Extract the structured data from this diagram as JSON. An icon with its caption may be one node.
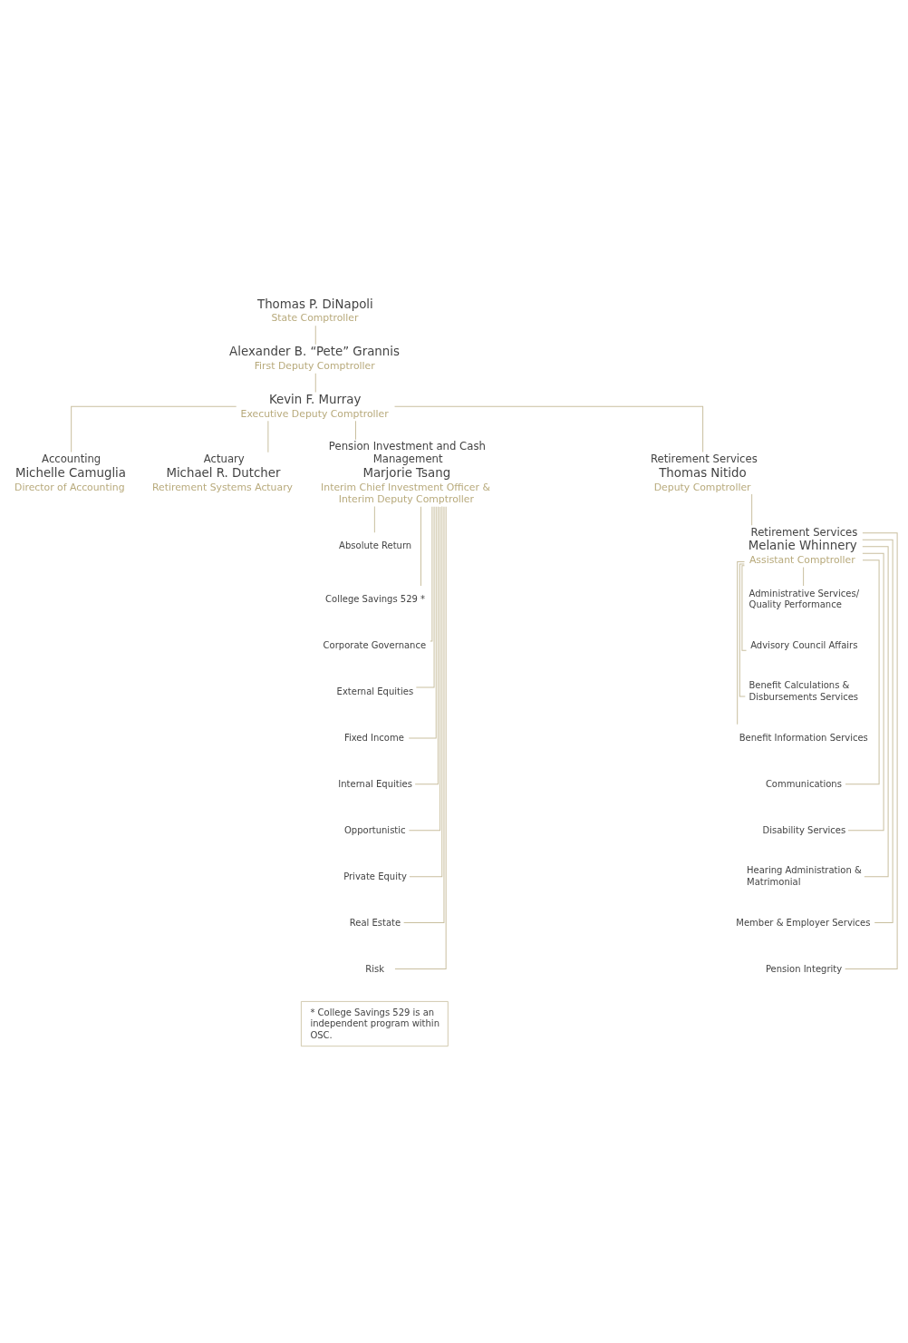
{
  "diagram": {
    "nodes": [
      {
        "text": [
          "Thomas P. DiNapoli",
          "State Comptroller"
        ]
      },
      {
        "text": [
          "Alexander B. “Pete” Grannis",
          "First Deputy Comptroller"
        ]
      },
      {
        "text": [
          "Kevin F. Murray",
          "Executive Deputy Comptroller"
        ]
      },
      {
        "text": [
          "Accounting",
          "Michelle Camuglia",
          "Director of Accounting"
        ]
      },
      {
        "text": [
          "Actuary",
          "Michael R. Dutcher",
          "Retirement Systems Actuary"
        ]
      },
      {
        "text": [
          "Pension Investment and Cash Management",
          "Marjorie Tsang",
          "Interim Chief Investment Officer & Interim Deputy Comptroller"
        ]
      },
      {
        "text": [
          "Retirement Services",
          "Thomas Nitido",
          "Deputy Comptroller"
        ]
      },
      {
        "text": [
          "Retirement Services",
          "Melanie Whinnery",
          "Assistant Comptroller"
        ]
      },
      {
        "text": [
          "Absolute Return"
        ]
      },
      {
        "text": [
          "College Savings 529 *"
        ]
      },
      {
        "text": [
          "Corporate Governance"
        ]
      },
      {
        "text": [
          "External Equities"
        ]
      },
      {
        "text": [
          "Fixed Income"
        ]
      },
      {
        "text": [
          "Internal Equities"
        ]
      },
      {
        "text": [
          "Opportunistic"
        ]
      },
      {
        "text": [
          "Private Equity"
        ]
      },
      {
        "text": [
          "Real Estate"
        ]
      },
      {
        "text": [
          "Risk"
        ]
      },
      {
        "text": [
          "Administrative Services/ Quality Performance"
        ]
      },
      {
        "text": [
          "Advisory Council Affairs"
        ]
      },
      {
        "text": [
          "Benefit Calculations & Disbursements Services"
        ]
      },
      {
        "text": [
          "Benefit Information Services"
        ]
      },
      {
        "text": [
          "Communications"
        ]
      },
      {
        "text": [
          "Disability Services"
        ]
      },
      {
        "text": [
          "Hearing Administration & Matrimonial"
        ]
      },
      {
        "text": [
          "Member & Employer Services"
        ]
      },
      {
        "text": [
          "Pension Integrity"
        ]
      },
      {
        "text": [
          "* College Savings 529 is an independent program within OSC."
        ]
      }
    ],
    "edges": [
      {
        "from": 0,
        "to": 1,
        "arrow": "none"
      },
      {
        "from": 1,
        "to": 2,
        "arrow": "none"
      },
      {
        "from": 2,
        "to": 3,
        "arrow": "none"
      },
      {
        "from": 2,
        "to": 4,
        "arrow": "none"
      },
      {
        "from": 2,
        "to": 5,
        "arrow": "none"
      },
      {
        "from": 2,
        "to": 6,
        "arrow": "none"
      },
      {
        "from": 6,
        "to": 7,
        "arrow": "none"
      },
      {
        "from": 5,
        "to": 8,
        "arrow": "none"
      },
      {
        "from": 5,
        "to": 9,
        "arrow": "none"
      },
      {
        "from": 5,
        "to": 10,
        "arrow": "none"
      },
      {
        "from": 5,
        "to": 11,
        "arrow": "none"
      },
      {
        "from": 5,
        "to": 12,
        "arrow": "none"
      },
      {
        "from": 5,
        "to": 13,
        "arrow": "none"
      },
      {
        "from": 5,
        "to": 14,
        "arrow": "none"
      },
      {
        "from": 5,
        "to": 15,
        "arrow": "none"
      },
      {
        "from": 5,
        "to": 16,
        "arrow": "none"
      },
      {
        "from": 5,
        "to": 17,
        "arrow": "none"
      },
      {
        "from": 7,
        "to": 18,
        "arrow": "none"
      },
      {
        "from": 7,
        "to": 19,
        "arrow": "none"
      },
      {
        "from": 7,
        "to": 20,
        "arrow": "none"
      },
      {
        "from": 7,
        "to": 21,
        "arrow": "none"
      },
      {
        "from": 7,
        "to": 22,
        "arrow": "none"
      },
      {
        "from": 7,
        "to": 23,
        "arrow": "none"
      },
      {
        "from": 7,
        "to": 24,
        "arrow": "none"
      },
      {
        "from": 7,
        "to": 25,
        "arrow": "none"
      },
      {
        "from": 7,
        "to": 26,
        "arrow": "none"
      }
    ]
  }
}
